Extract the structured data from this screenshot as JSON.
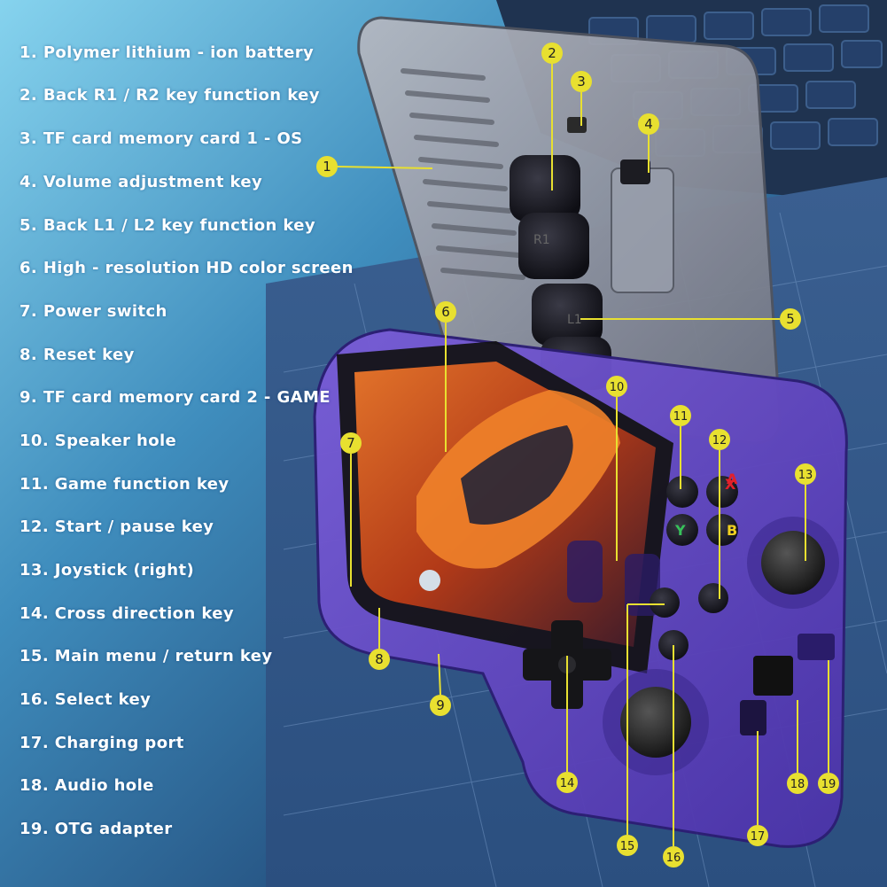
{
  "legend": [
    "1. Polymer lithium - ion battery",
    "2. Back R1 / R2 key function key",
    "3. TF card memory card 1 - OS",
    "4. Volume adjustment key",
    "5. Back L1 / L2 key function key",
    "6. High - resolution HD color screen",
    "7. Power switch",
    "8. Reset key",
    "9. TF card memory card 2 - GAME",
    "10. Speaker hole",
    "11. Game function key",
    "12. Start / pause key",
    "13. Joystick (right)",
    "14. Cross direction key",
    "15. Main menu / return key",
    "16. Select key",
    "17. Charging port",
    "18. Audio hole",
    "19. OTG adapter"
  ],
  "callouts": [
    "1",
    "2",
    "3",
    "4",
    "5",
    "6",
    "7",
    "8",
    "9",
    "10",
    "11",
    "12",
    "13",
    "14",
    "15",
    "16",
    "17",
    "18",
    "19"
  ],
  "button_letters": {
    "x": "X",
    "a": "A",
    "y": "Y",
    "b": "B"
  },
  "shoulder_labels": {
    "r1": "R1",
    "l1": "L1"
  },
  "colors": {
    "marker": "#e8e030",
    "marker_text": "#222222",
    "leader_line": "#e8e030",
    "console_purple": "#5a3ec8",
    "back_shell": "#8a8f9c",
    "cutting_mat": "#2a4a78",
    "sky_gradient_top": "#7fcbe8",
    "laptop": "#1f3350"
  }
}
